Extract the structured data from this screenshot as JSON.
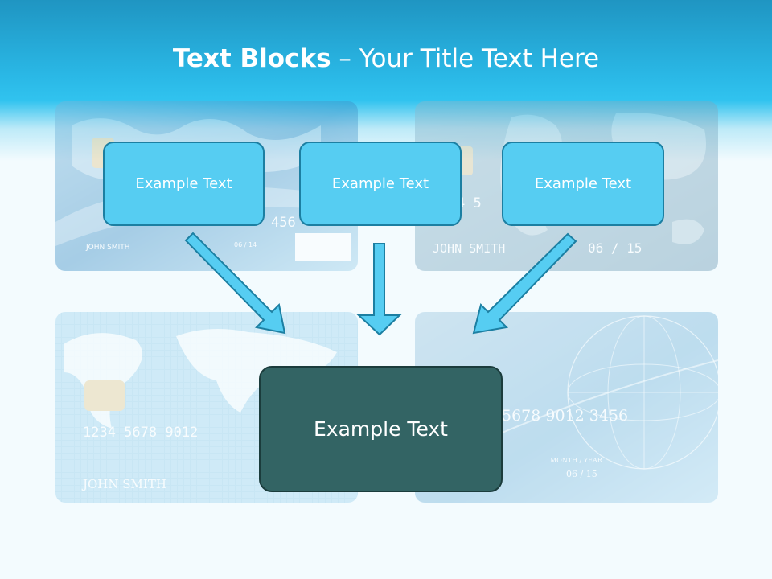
{
  "title": {
    "bold": "Text Blocks",
    "rest": " – Your Title Text Here"
  },
  "blocks": [
    {
      "label": "Example Text"
    },
    {
      "label": "Example Text"
    },
    {
      "label": "Example Text"
    }
  ],
  "main_block": {
    "label": "Example Text"
  },
  "cards": {
    "top_left": {
      "number_fragment": "456",
      "name": "JOHN SMITH",
      "expiry": "06 / 14"
    },
    "top_right": {
      "number_fragment": "4 5",
      "name": "JOHN SMITH",
      "expiry": "06 / 15"
    },
    "bottom_left": {
      "number": "1234  5678  9012",
      "name": "JOHN SMITH"
    },
    "bottom_right": {
      "number": "5678 9012 3456",
      "expiry_label": "MONTH / YEAR",
      "expiry": "06 / 15"
    }
  },
  "colors": {
    "header": "#2ab8e6",
    "block_fill": "#56cdf2",
    "block_border": "#1c7fa2",
    "main_fill": "#336464",
    "arrow_fill": "#56cdf2"
  }
}
